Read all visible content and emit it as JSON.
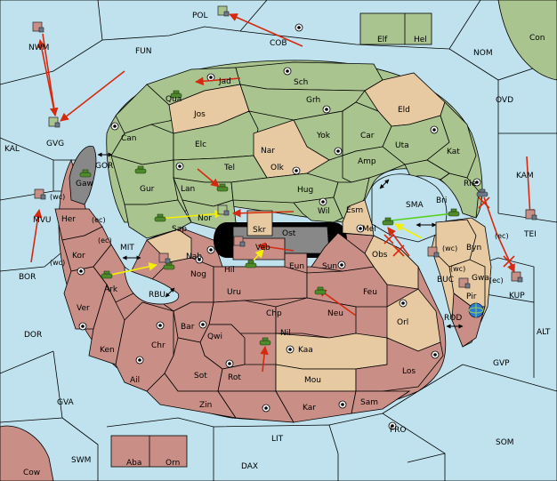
{
  "board": {
    "title": "",
    "regions": {
      "POL": "POL",
      "COB": "COB",
      "FUN": "FUN",
      "NWM": "NWM",
      "NOM": "NOM",
      "Con": "Con",
      "Elf": "Elf",
      "Hel": "Hel",
      "OVD": "OVD",
      "KAL": "KAL",
      "GVG": "GVG",
      "GOR": "GOR",
      "KAM": "KAM",
      "MVU": "MVU",
      "TEI": "TEI",
      "BOR": "BOR",
      "MIT": "MIT",
      "RBU": "RBU",
      "BUC": "BUC",
      "KUP": "KUP",
      "ALT": "ALT",
      "DOR": "DOR",
      "ROD": "ROD",
      "GVP": "GVP",
      "GVA": "GVA",
      "FRO": "FRO",
      "LIT": "LIT",
      "SOM": "SOM",
      "SWM": "SWM",
      "DAX": "DAX",
      "Cow": "Cow",
      "Aba": "Aba",
      "Orn": "Orn",
      "SMA": "SMA",
      "Jad": "Jad",
      "Sch": "Sch",
      "Qua": "Qua",
      "Jos": "Jos",
      "Grh": "Grh",
      "Eld": "Eld",
      "Can": "Can",
      "Yok": "Yok",
      "Car": "Car",
      "Elc": "Elc",
      "Nar": "Nar",
      "Uta": "Uta",
      "Kat": "Kat",
      "Olk": "Olk",
      "Tel": "Tel",
      "Amp": "Amp",
      "Gur": "Gur",
      "Lan": "Lan",
      "Hug": "Hug",
      "Rie": "Rie",
      "Gaw": "Gaw",
      "Bri": "Bri",
      "Wil": "Wil",
      "Esm": "Esm",
      "Nor": "Nor",
      "Skr": "Skr",
      "Her": "Her",
      "Sap": "Sap",
      "Ost": "Ost",
      "Mel": "Mel",
      "Byn": "Byn",
      "Kor": "Kor",
      "Nab": "Nab",
      "Veb": "Veb",
      "Obs": "Obs",
      "Hil": "Hil",
      "Eun": "Eun",
      "Sun": "Sun",
      "Gwa": "Gwa",
      "Ark": "Ark",
      "Nog": "Nog",
      "Pir": "Pir",
      "Uru": "Uru",
      "Feu": "Feu",
      "Ver": "Ver",
      "Chp": "Chp",
      "Neu": "Neu",
      "Orl": "Orl",
      "Bar": "Bar",
      "Qwi": "Qwi",
      "Nil": "Nil",
      "Chr": "Chr",
      "Ken": "Ken",
      "Kaa": "Kaa",
      "Sot": "Sot",
      "Rot": "Rot",
      "Ail": "Ail",
      "Mou": "Mou",
      "Los": "Los",
      "Zin": "Zin",
      "Kar": "Kar",
      "Sam": "Sam"
    },
    "coast_notes": {
      "her_ec": "(ec)",
      "kor_ec": "(ec)",
      "kor_wc": "(wc)",
      "mvu_wc": "(wc)",
      "byn_wc": "(wc)",
      "byn_ec": "(ec)",
      "gwa_ec": "(ec)",
      "gwa_wc": "(wc)"
    },
    "colors": {
      "sea": "#bfe2ee",
      "green_power": "#a9c48f",
      "tan_neutral": "#e7c9a2",
      "rose_power": "#c98f87",
      "impassable": "#888888",
      "order_move": "#d62a10",
      "order_support": "#f4f000",
      "order_convoy": "#58d01e",
      "army_unit": "#4e8a2a",
      "fleet_marker_green": "#7aa060",
      "fleet_marker_rose": "#c98f87"
    },
    "icons": [
      "army-tank-icon",
      "fleet-marker-icon",
      "supply-center-icon",
      "double-arrow-icon",
      "failed-order-x-icon",
      "globe-unit-icon"
    ]
  }
}
